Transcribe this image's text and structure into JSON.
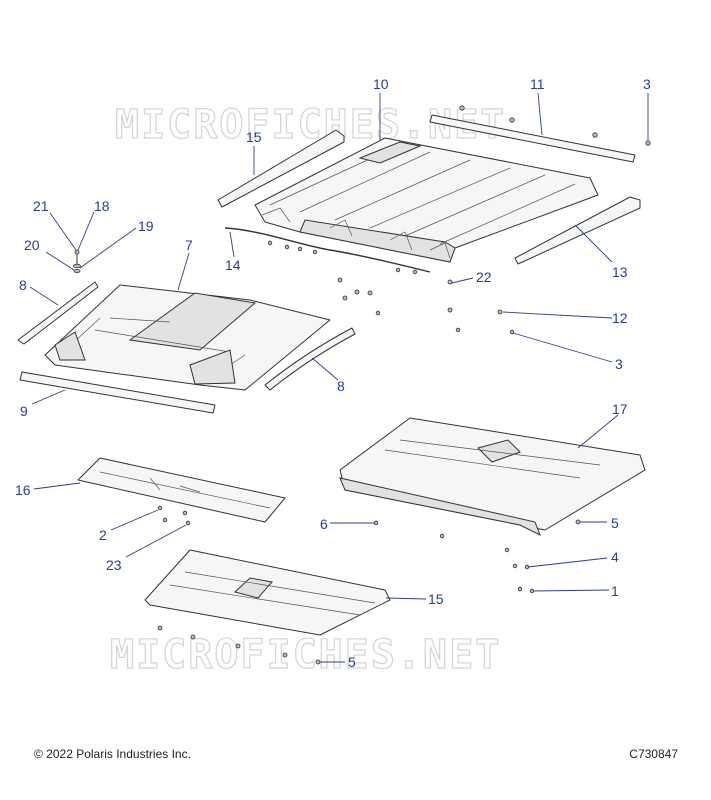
{
  "watermark": {
    "text": "MICROFICHES.NET"
  },
  "callouts": [
    {
      "id": "c10",
      "label": "10"
    },
    {
      "id": "c11",
      "label": "11"
    },
    {
      "id": "c3a",
      "label": "3"
    },
    {
      "id": "c15a",
      "label": "15"
    },
    {
      "id": "c21",
      "label": "21"
    },
    {
      "id": "c18",
      "label": "18"
    },
    {
      "id": "c19",
      "label": "19"
    },
    {
      "id": "c20",
      "label": "20"
    },
    {
      "id": "c7",
      "label": "7"
    },
    {
      "id": "c14",
      "label": "14"
    },
    {
      "id": "c22",
      "label": "22"
    },
    {
      "id": "c13",
      "label": "13"
    },
    {
      "id": "c8a",
      "label": "8"
    },
    {
      "id": "c12",
      "label": "12"
    },
    {
      "id": "c3b",
      "label": "3"
    },
    {
      "id": "c8b",
      "label": "8"
    },
    {
      "id": "c9",
      "label": "9"
    },
    {
      "id": "c17",
      "label": "17"
    },
    {
      "id": "c16",
      "label": "16"
    },
    {
      "id": "c6",
      "label": "6"
    },
    {
      "id": "c5a",
      "label": "5"
    },
    {
      "id": "c2",
      "label": "2"
    },
    {
      "id": "c4",
      "label": "4"
    },
    {
      "id": "c23",
      "label": "23"
    },
    {
      "id": "c1",
      "label": "1"
    },
    {
      "id": "c15b",
      "label": "15"
    },
    {
      "id": "c5b",
      "label": "5"
    }
  ],
  "footer": {
    "copyright": "© 2022 Polaris Industries Inc.",
    "code": "C730847"
  }
}
